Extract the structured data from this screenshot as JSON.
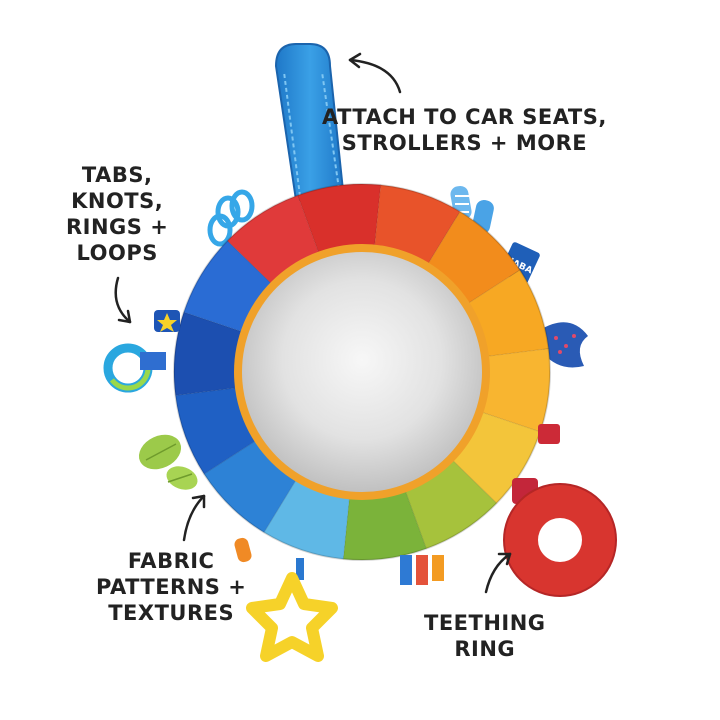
{
  "callouts": {
    "attach": {
      "lines": [
        "ATTACH TO CAR SEATS,",
        "STROLLERS + MORE"
      ]
    },
    "tabs": {
      "lines": [
        "TABS,",
        "KNOTS,",
        "RINGS +",
        "LOOPS"
      ]
    },
    "fabric": {
      "lines": [
        "FABRIC",
        "PATTERNS +",
        "TEXTURES"
      ]
    },
    "teeth": {
      "lines": [
        "TEETHING",
        "RING"
      ]
    }
  },
  "brand_tag": "HABA",
  "colors": {
    "ring_segments": [
      "#d9302b",
      "#e8532a",
      "#f28c1c",
      "#f7a823",
      "#f8b530",
      "#f3c53a",
      "#a6c23c",
      "#7bb33a",
      "#5fb8e6",
      "#2d82d6",
      "#1f60c4",
      "#1c4fb0",
      "#2a6cd4",
      "#e03a3a"
    ],
    "mirror_border": "#f0a12a",
    "teether": "#d8352f",
    "star": "#f6d229",
    "strap": "#2f8fd8",
    "text": "#222222"
  }
}
